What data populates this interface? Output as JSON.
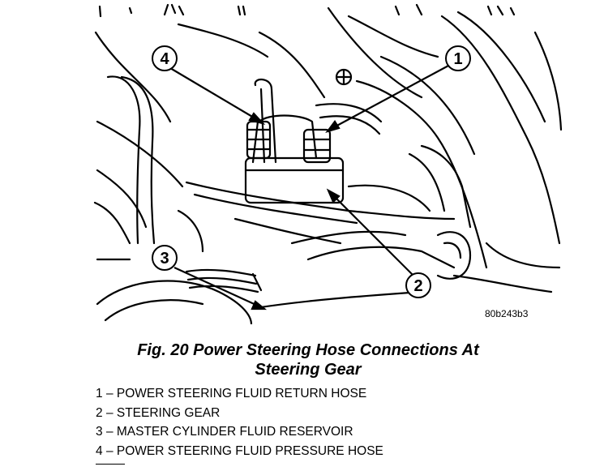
{
  "figure": {
    "image_code": "80b243b3",
    "callouts": [
      "1",
      "2",
      "3",
      "4"
    ],
    "caption_line1": "Fig. 20 Power Steering Hose Connections At",
    "caption_line2": "Steering Gear"
  },
  "legend": [
    {
      "num": "1",
      "sep": "–",
      "text": "POWER STEERING FLUID RETURN HOSE"
    },
    {
      "num": "2",
      "sep": "–",
      "text": "STEERING GEAR"
    },
    {
      "num": "3",
      "sep": "–",
      "text": "MASTER CYLINDER FLUID RESERVOIR"
    },
    {
      "num": "4",
      "sep": "–",
      "text": "POWER STEERING FLUID PRESSURE HOSE"
    }
  ]
}
